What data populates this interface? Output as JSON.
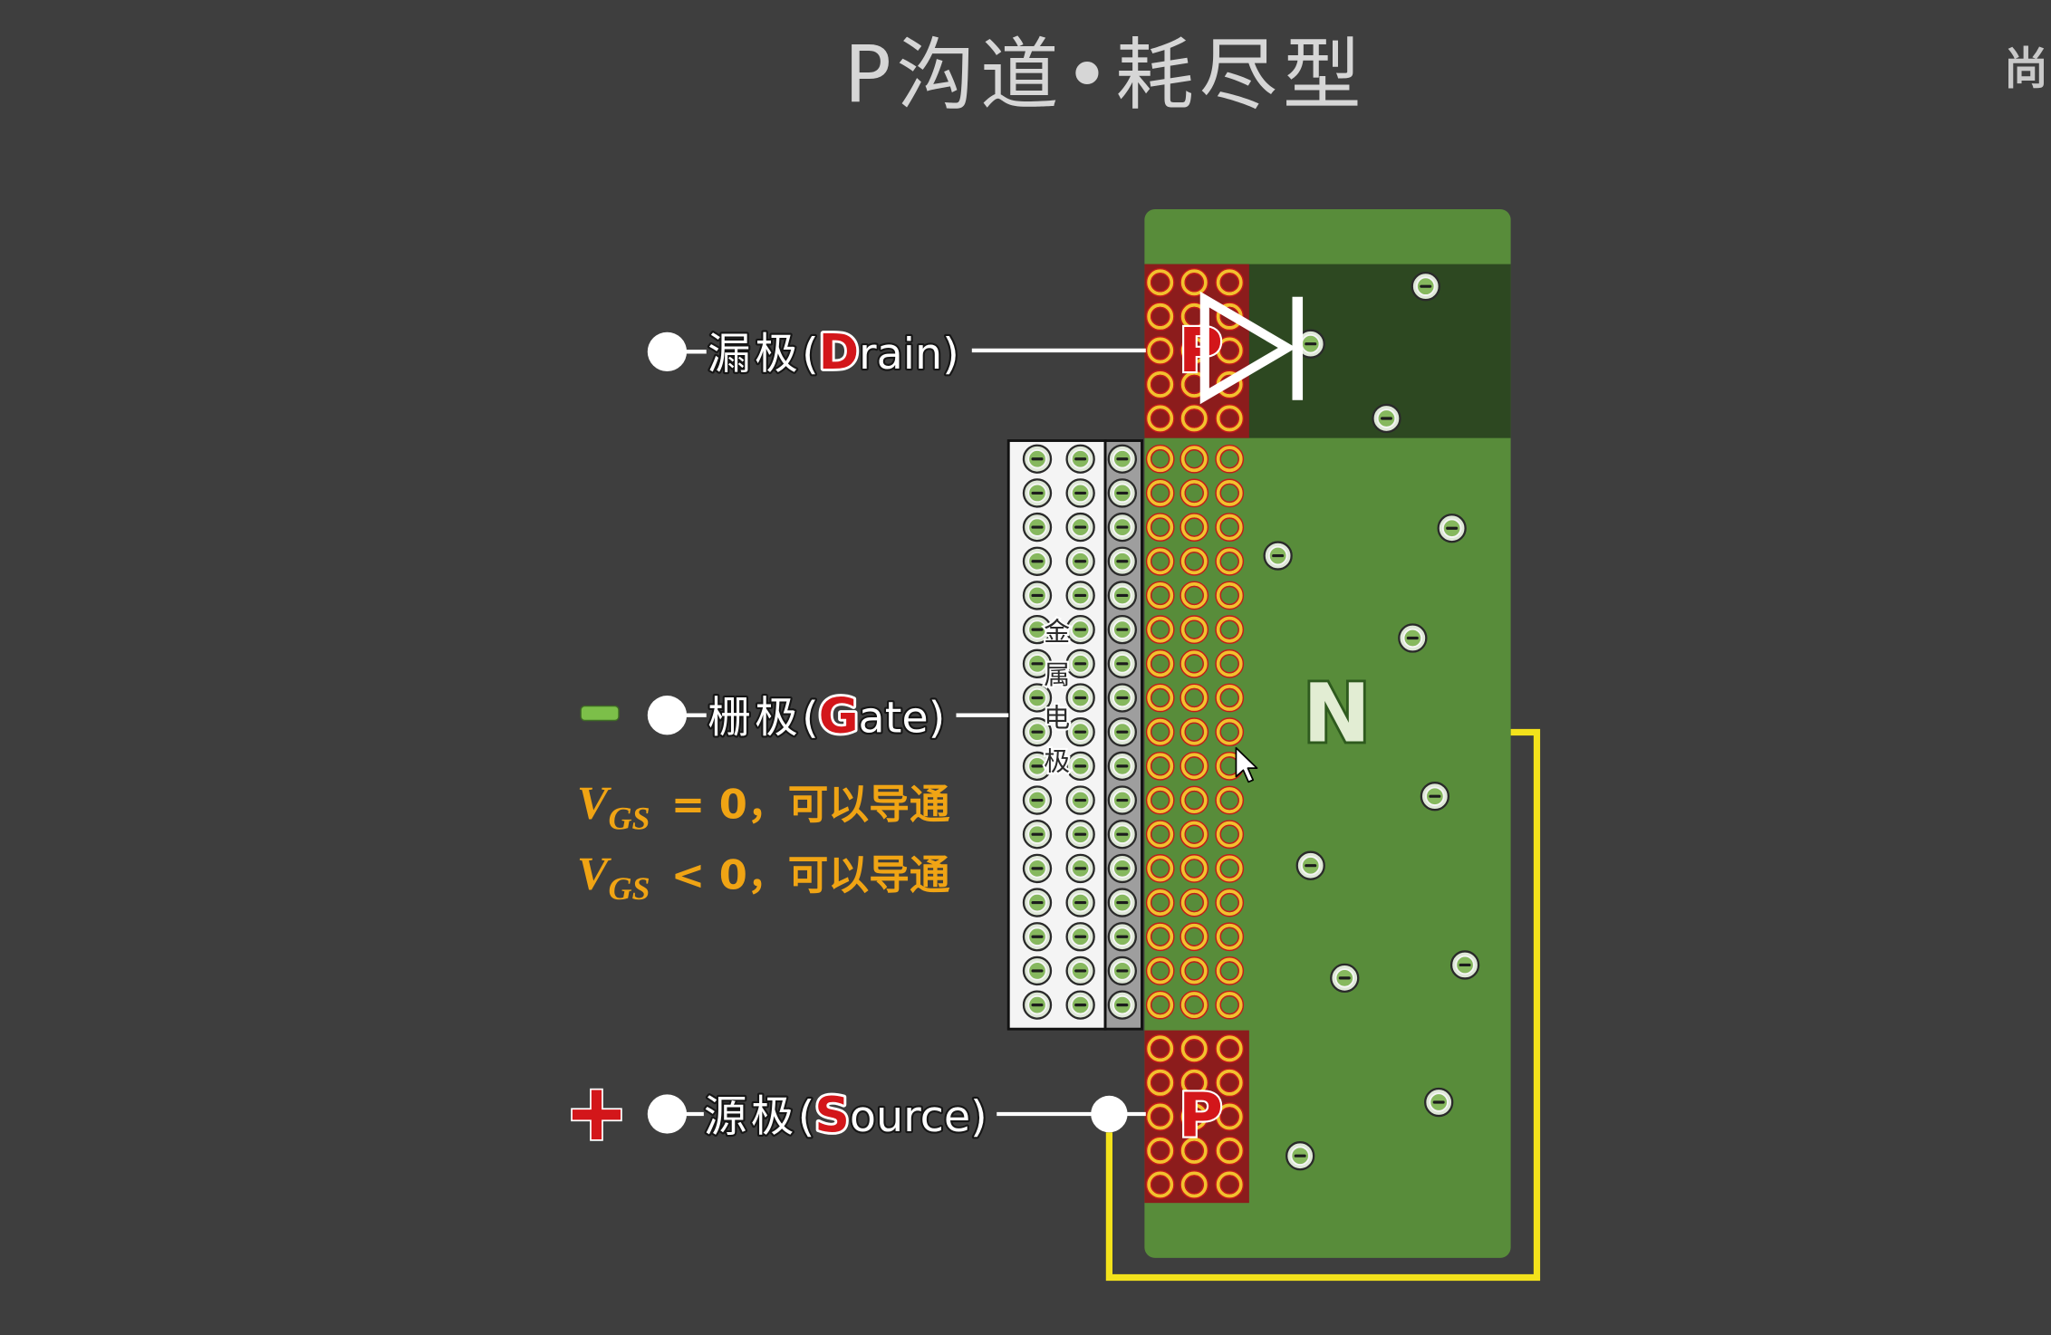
{
  "title": "P沟道•耗尽型",
  "corner_text": "尚",
  "terminals": {
    "drain": {
      "cn": "漏极",
      "open": "(",
      "letter": "D",
      "rest": "rain)"
    },
    "gate": {
      "cn": "栅极",
      "open": "(",
      "letter": "G",
      "rest": "ate)"
    },
    "source": {
      "cn": "源极",
      "open": "(",
      "letter": "S",
      "rest": "ource)"
    }
  },
  "polarity": {
    "gate": "minus-icon",
    "source": "plus-icon"
  },
  "conditions": [
    {
      "var": "V",
      "sub": "GS",
      "rest": "= 0，可以导通"
    },
    {
      "var": "V",
      "sub": "GS",
      "rest": "< 0，可以导通"
    }
  ],
  "regions": {
    "substrate": "N",
    "drain": "P",
    "source": "P",
    "metal_electrode": [
      "金",
      "属",
      "电",
      "极"
    ]
  },
  "icons": {
    "diode": "diode-icon",
    "hole": "hole-icon",
    "electron": "electron-icon",
    "cursor": "cursor-icon"
  },
  "colors": {
    "background": "#3e3e3e",
    "title": "#d6d6d6",
    "substrate": "#588c3a",
    "depletion": "#2d4821",
    "p_region": "#8c1c1c",
    "metal": "#f4f4f4",
    "oxide": "#9e9e9e",
    "wire": "#f3e21b",
    "terminal": "#ffffff",
    "accent_red": "#d3161a",
    "condition_text": "#f0a414",
    "minus_sign": "#7cbf49",
    "hole_ring": "#f2c12e",
    "hole_edge": "#c21a1a",
    "electron_fill": "#86b85e"
  }
}
